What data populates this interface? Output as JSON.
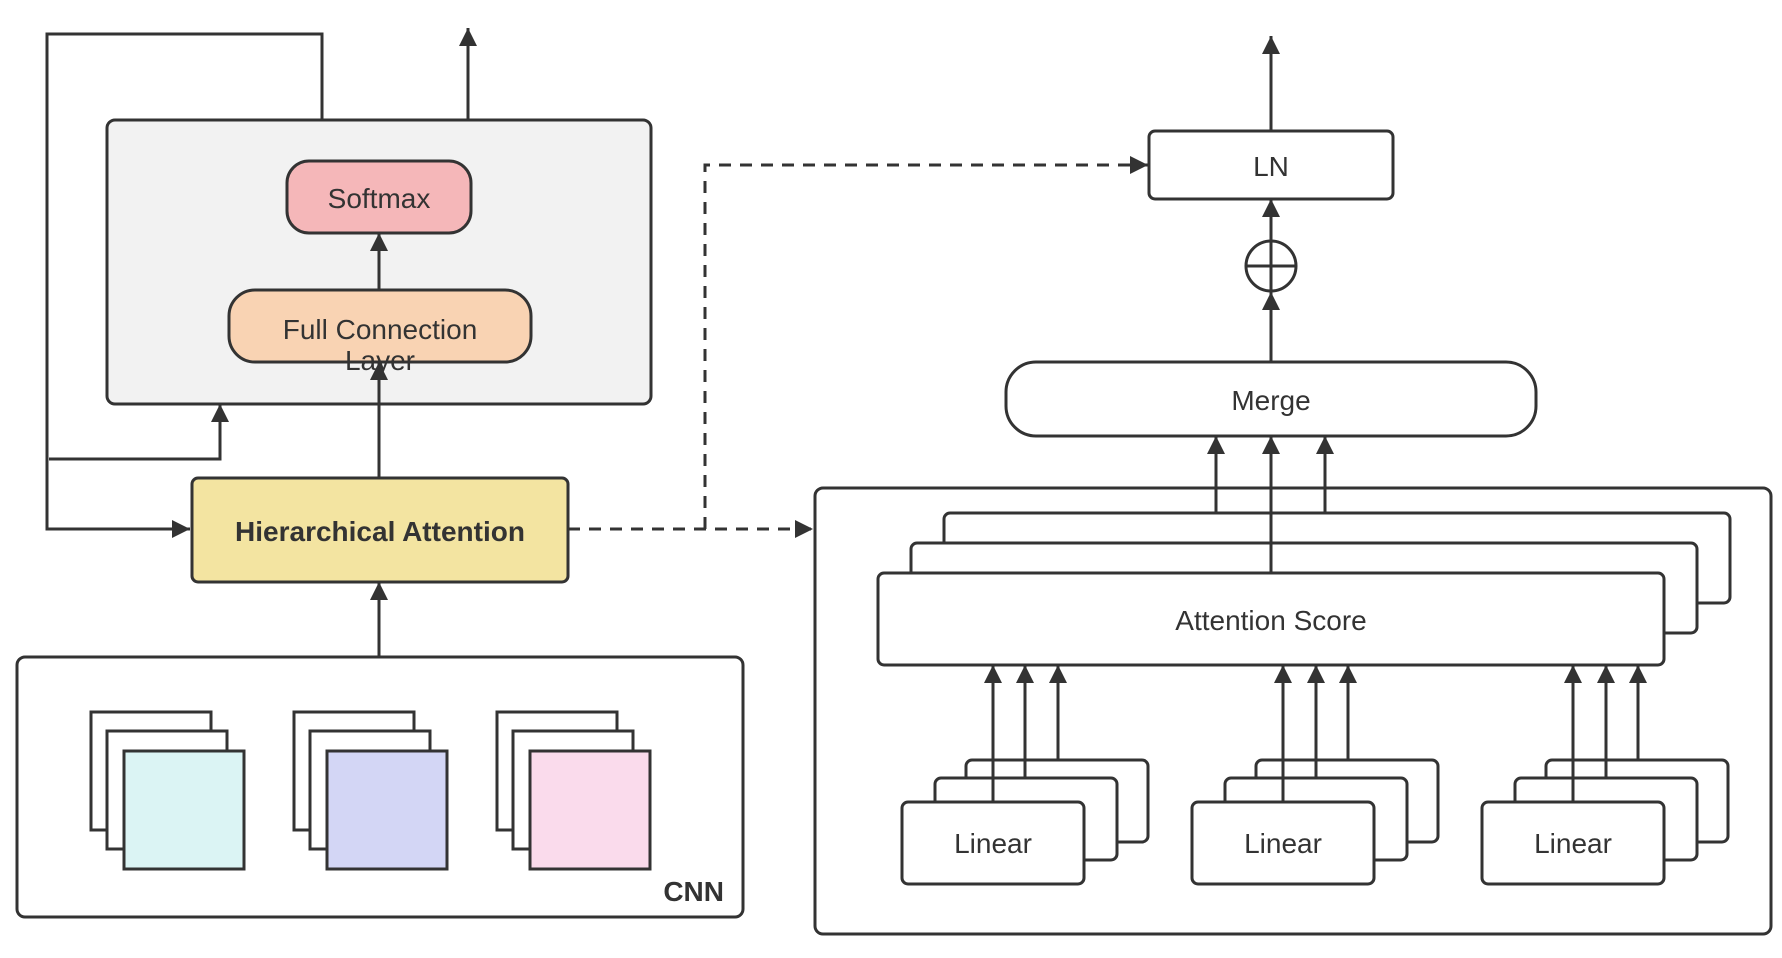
{
  "labels": {
    "softmax": "Softmax",
    "full_connection_line1": "Full Connection",
    "full_connection_line2": "Layer",
    "hierarchical_attention": "Hierarchical Attention",
    "cnn": "CNN",
    "ln": "LN",
    "merge": "Merge",
    "attention_score": "Attention Score",
    "linear": [
      "Linear",
      "Linear",
      "Linear"
    ]
  },
  "colors": {
    "stroke": "#333333",
    "panel_fill": "#f2f2f2",
    "softmax_fill": "#f5b7b9",
    "full_connection_fill": "#f9d3b3",
    "hierarchical_attention_fill": "#f3e4a1",
    "feature_map_1": "#dbf4f4",
    "feature_map_2": "#d3d6f5",
    "feature_map_3": "#fadbec"
  },
  "icons": {
    "add_operator": "circle-plus-icon",
    "arrowhead": "arrowhead-icon"
  }
}
